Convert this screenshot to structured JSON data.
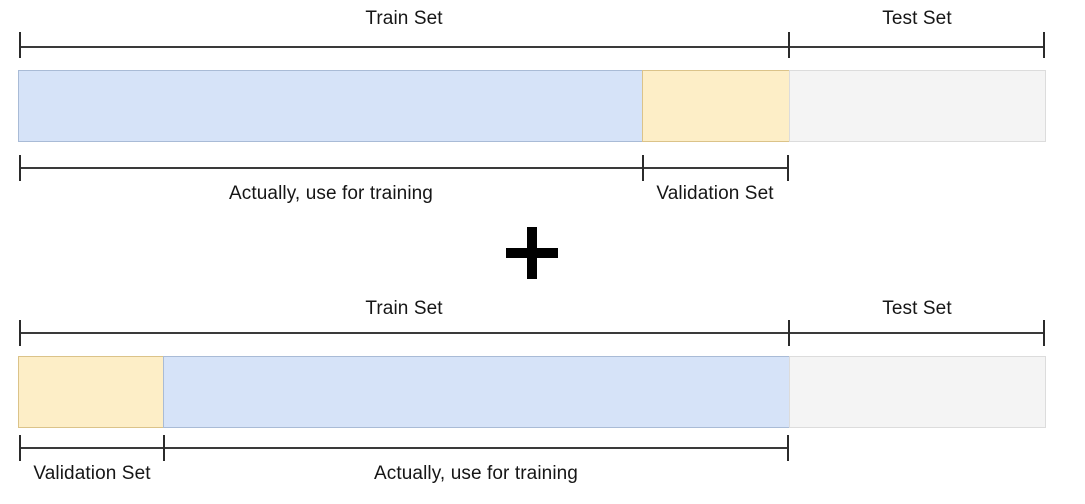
{
  "figure": {
    "title": "",
    "background_color": "#ffffff",
    "colors": {
      "train_fill": "#d6e3f8",
      "train_stroke": "#a9bbd6",
      "validation_fill": "#fdeec7",
      "validation_stroke": "#dbc389",
      "test_fill": "#f4f4f4",
      "test_stroke": "#dcdcdc",
      "axis": "#3a3a3a",
      "text": "#161616"
    },
    "operator": "+"
  },
  "diagram_top": {
    "top_axis": {
      "segments": [
        {
          "label": "Train Set"
        },
        {
          "label": "Test Set"
        }
      ]
    },
    "bar": {
      "segments": [
        {
          "name": "train",
          "label": ""
        },
        {
          "name": "validation",
          "label": ""
        },
        {
          "name": "test",
          "label": ""
        }
      ]
    },
    "bottom_axis": {
      "segments": [
        {
          "label": "Actually, use for training"
        },
        {
          "label": "Validation Set"
        }
      ]
    }
  },
  "diagram_bottom": {
    "top_axis": {
      "segments": [
        {
          "label": "Train Set"
        },
        {
          "label": "Test Set"
        }
      ]
    },
    "bar": {
      "segments": [
        {
          "name": "validation",
          "label": ""
        },
        {
          "name": "train",
          "label": ""
        },
        {
          "name": "test",
          "label": ""
        }
      ]
    },
    "bottom_axis": {
      "segments": [
        {
          "label": "Validation Set"
        },
        {
          "label": "Actually, use for training"
        }
      ]
    }
  }
}
